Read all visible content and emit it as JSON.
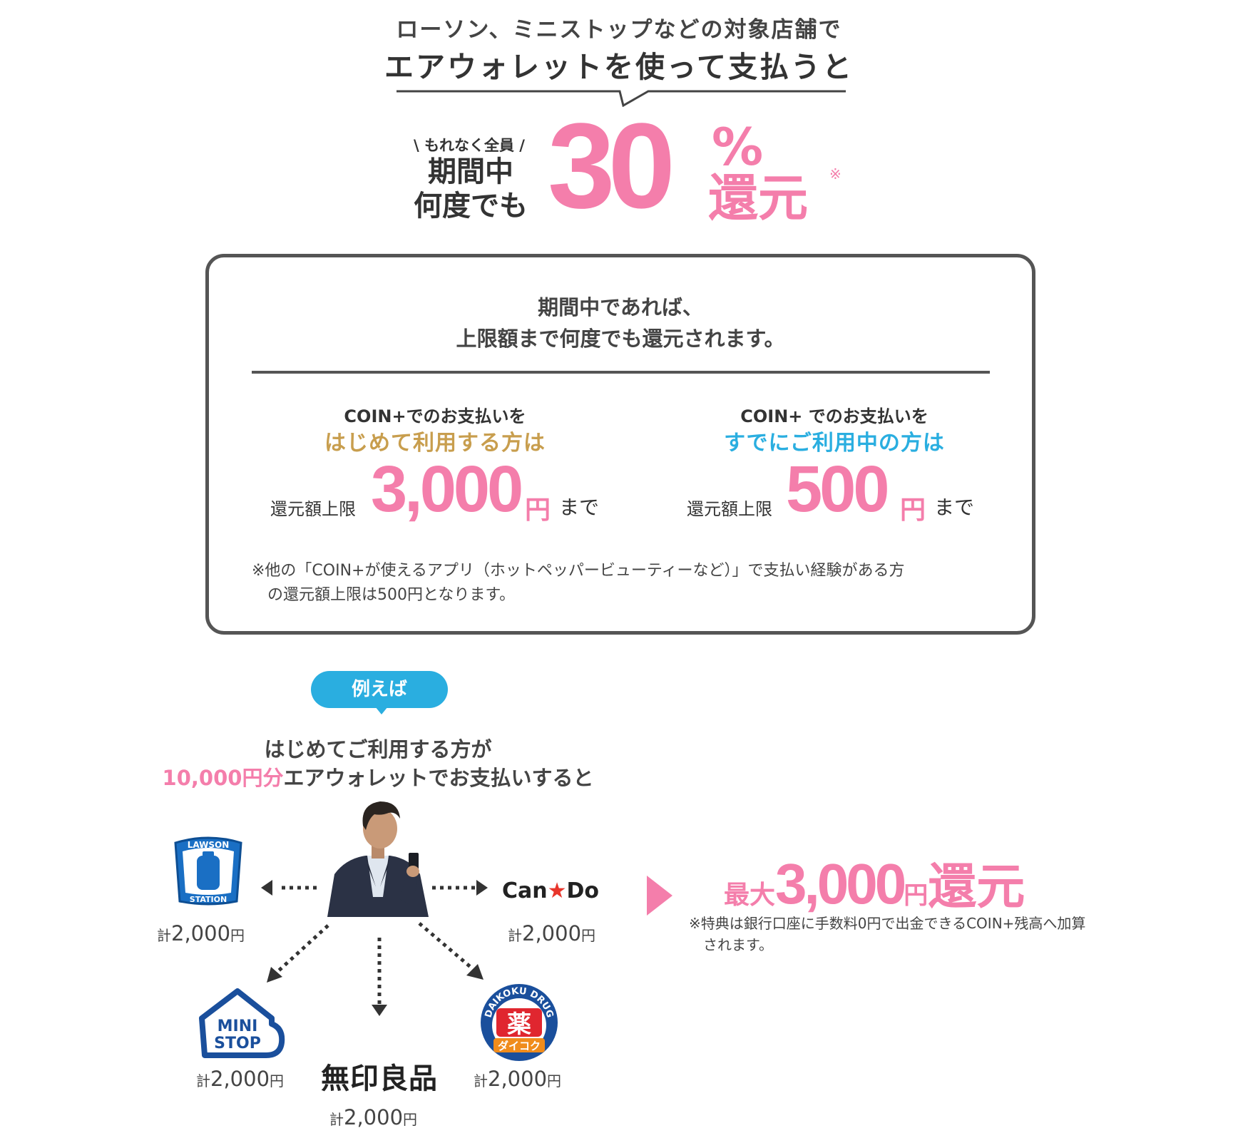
{
  "header": {
    "line1": "ローソン、ミニストップなどの対象店舗で",
    "line2": "エアウォレットを使って支払うと",
    "tag": "もれなく全員",
    "period_line1": "期間中",
    "period_line2": "何度でも",
    "big_number": "30",
    "percent": "%",
    "return_word": "還元",
    "asterisk": "※"
  },
  "box": {
    "head_line1": "期間中であれば、",
    "head_line2": "上限額まで何度でも還元されます。",
    "first_use": {
      "title": "COIN+でのお支払いを",
      "subtitle": "はじめて利用する方は",
      "cap_label": "還元額上限",
      "cap_amount": "3,000",
      "yen": "円",
      "until": "まで"
    },
    "existing_use": {
      "title": "COIN+ でのお支払いを",
      "subtitle": "すでにご利用中の方は",
      "cap_label": "還元額上限",
      "cap_amount": "500",
      "yen": "円",
      "until": "まで"
    },
    "note_line1": "※他の「COIN+が使えるアプリ（ホットペッパービューティーなど）」で支払い経験がある方",
    "note_line2": "の還元額上限は500円となります。"
  },
  "example": {
    "badge": "例えば",
    "line1": "はじめてご利用する方が",
    "line2_highlight": "10,000円分",
    "line2_rest": "エアウォレットでお支払いすると",
    "stores": [
      {
        "name": "lawson-station",
        "logo_top": "LAWSON",
        "logo_bottom": "STATION",
        "amount_prefix": "計",
        "amount": "2,000",
        "yen": "円"
      },
      {
        "name": "can-do",
        "logo_text1": "Can",
        "logo_star": "★",
        "logo_text2": "Do",
        "amount_prefix": "計",
        "amount": "2,000",
        "yen": "円"
      },
      {
        "name": "mini-stop",
        "logo_line1": "MINI",
        "logo_line2": "STOP",
        "amount_prefix": "計",
        "amount": "2,000",
        "yen": "円"
      },
      {
        "name": "muji",
        "logo_text": "無印良品",
        "amount_prefix": "計",
        "amount": "2,000",
        "yen": "円"
      },
      {
        "name": "daikoku-drug",
        "logo_arc": "DAIKOKU DRUG",
        "logo_kanji": "薬",
        "logo_kana": "ダイコク",
        "amount_prefix": "計",
        "amount": "2,000",
        "yen": "円"
      }
    ],
    "result_label": "最大",
    "result_amount": "3,000",
    "result_yen": "円",
    "result_word": "還元",
    "result_note_line1": "※特典は銀行口座に手数料0円で出金できるCOIN+残高へ加算",
    "result_note_line2": "されます。"
  },
  "colors": {
    "pink": "#f47eab",
    "gold": "#c89e4e",
    "blue": "#2aaee0",
    "lawson_blue": "#1a6fc4",
    "ministop_blue": "#1a4f9c",
    "cando_red": "#e8352b",
    "daikoku_red": "#e0262f",
    "daikoku_orange": "#f08c1c"
  }
}
